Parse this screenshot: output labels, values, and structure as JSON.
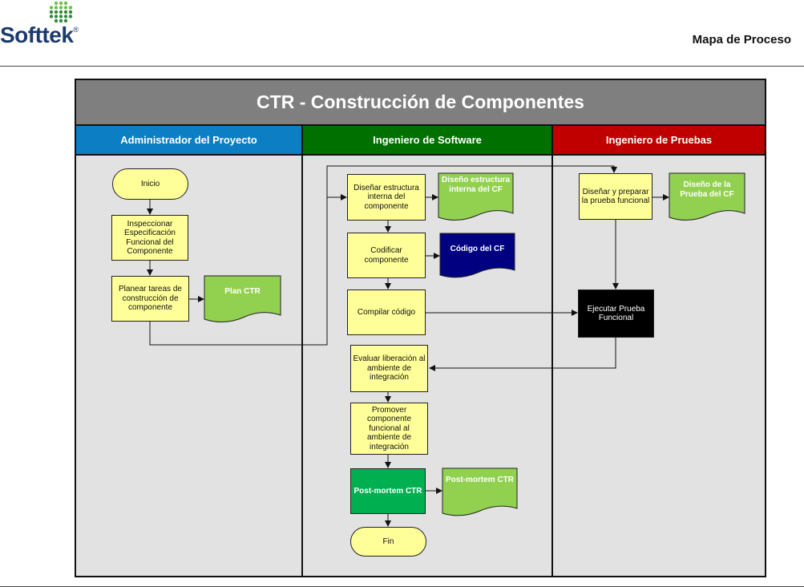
{
  "header": {
    "logo_text": "Softtek",
    "logo_mark": "®",
    "page_title": "Mapa de Proceso"
  },
  "diagram": {
    "title": "CTR - Construcción de Componentes",
    "lanes": {
      "admin": "Administrador del Proyecto",
      "dev": "Ingeniero de Software",
      "qa": "Ingeniero de Pruebas"
    },
    "nodes": {
      "inicio": "Inicio",
      "inspeccionar": "Inspeccionar Especificación Funcional del Componente",
      "planear": "Planear tareas de construcción de componente",
      "plan_ctr": "Plan CTR",
      "disenar_estructura": "Diseñar estructura interna del componente",
      "doc_diseno_estructura": "Diseño estructura interna del CF",
      "codificar": "Codificar componente",
      "doc_codigo": "Código del CF",
      "compilar": "Compilar código",
      "evaluar": "Evaluar liberación al ambiente de integración",
      "promover": "Promover componente funcional al ambiente de integración",
      "postmortem": "Post-mortem CTR",
      "doc_postmortem": "Post-mortem CTR",
      "fin": "Fin",
      "disenar_prueba": "Diseñar y preparar la prueba funcional",
      "doc_diseno_prueba": "Diseño de la Prueba del CF",
      "ejecutar_prueba": "Ejecutar Prueba Funcional"
    },
    "colors": {
      "title_bar": "#7f7f7f",
      "admin_lane": "#0b7ec4",
      "dev_lane": "#007000",
      "qa_lane": "#c00000",
      "process": "#ffff99",
      "document_green": "#92d050",
      "document_navy": "#000080",
      "postmortem": "#00b050",
      "execute": "#000000"
    }
  }
}
